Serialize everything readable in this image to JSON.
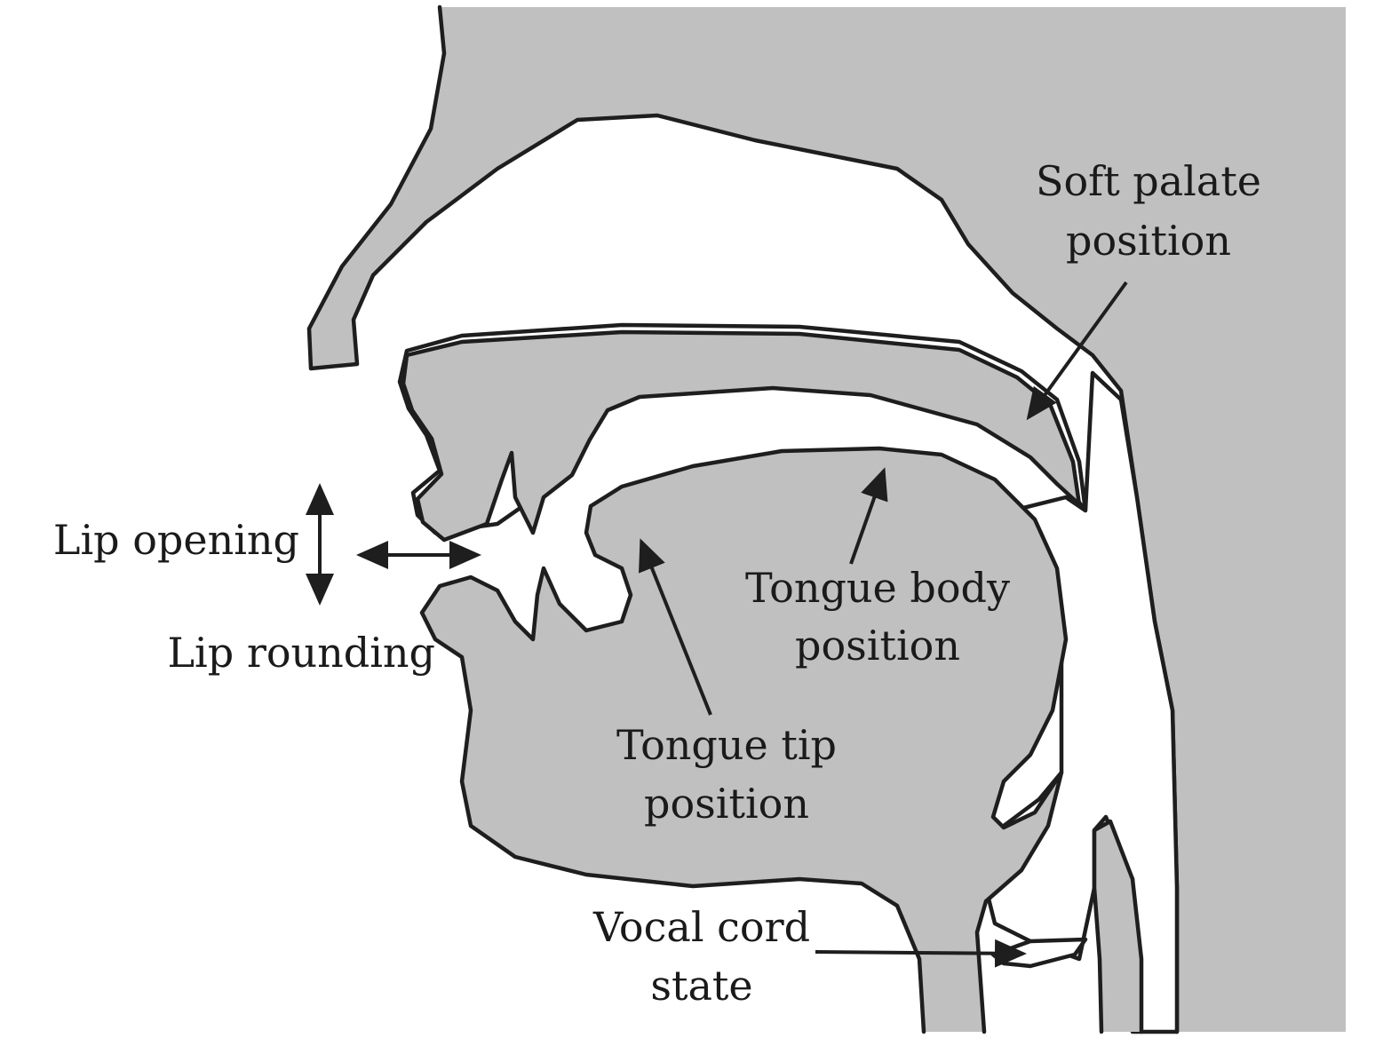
{
  "labels": {
    "soft_palate": [
      "Soft palate",
      "position"
    ],
    "lip_opening": "Lip opening",
    "lip_rounding": "Lip rounding",
    "tongue_body": [
      "Tongue body",
      "position"
    ],
    "tongue_tip": [
      "Tongue tip",
      "position"
    ],
    "vocal_cord": [
      "Vocal cord",
      "state"
    ]
  },
  "colors": {
    "tissue": "#c0c0c0",
    "outline": "#1e1e1e",
    "background": "#ffffff"
  }
}
